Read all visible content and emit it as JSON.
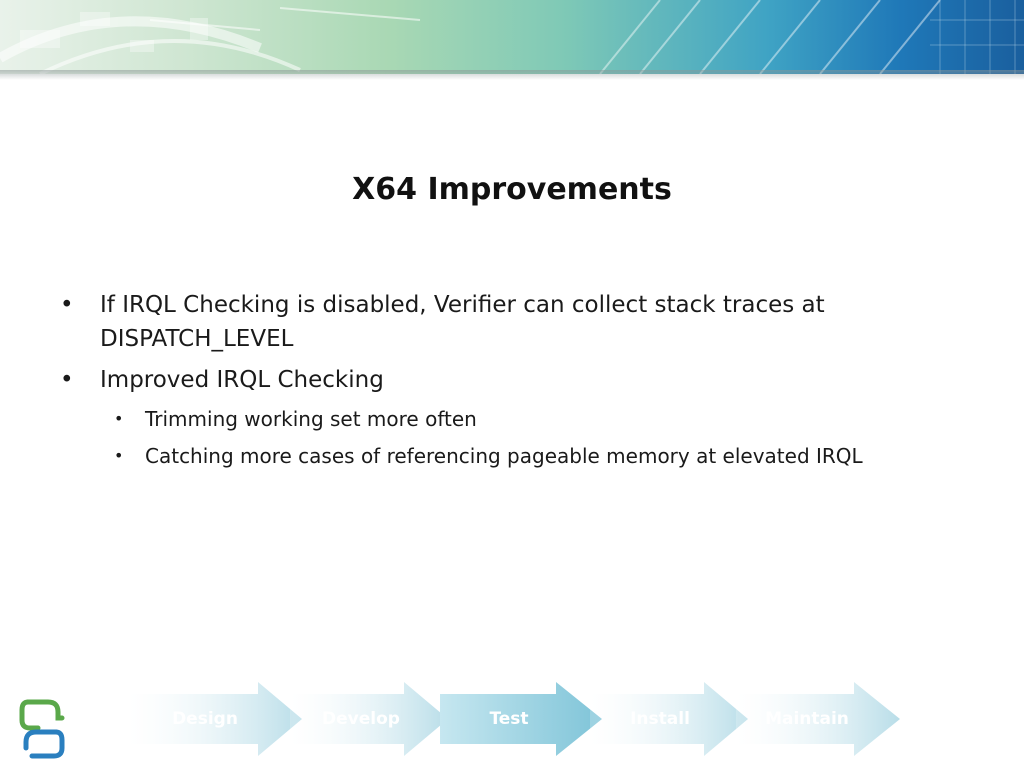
{
  "slide": {
    "title": "X64 Improvements",
    "bullets": [
      {
        "text": "If IRQL Checking is disabled, Verifier can collect stack traces at DISPATCH_LEVEL",
        "bullet": "•"
      },
      {
        "text": "Improved IRQL Checking",
        "bullet": "•",
        "children": [
          {
            "text": "Trimming working set more often",
            "bullet": "•"
          },
          {
            "text": "Catching more cases of referencing pageable memory at elevated IRQL",
            "bullet": "•"
          }
        ]
      }
    ]
  },
  "process": {
    "steps": [
      "Design",
      "Develop",
      "Test",
      "Install",
      "Maintain"
    ],
    "active_step": "Test"
  },
  "colors": {
    "title": "#111111",
    "text": "#1a1a1a",
    "arrow": "#b8dde8",
    "arrow_active": "#7fc4d8",
    "logo_green": "#5aa84a",
    "logo_blue": "#2a7fbf"
  }
}
